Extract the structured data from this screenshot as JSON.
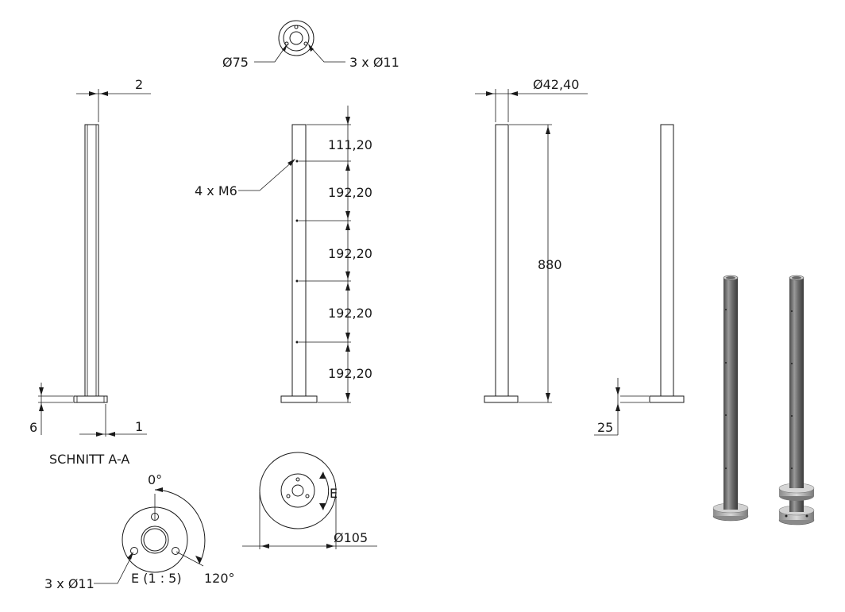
{
  "dimensions": {
    "flange_diameter": "Ø75",
    "flange_holes": "3 x Ø11",
    "wall_thickness": "2",
    "tube_diameter": "Ø42,40",
    "hole_pitch_top": "111,20",
    "hole_pitch_1": "192,20",
    "hole_pitch_2": "192,20",
    "hole_pitch_3": "192,20",
    "hole_pitch_4": "192,20",
    "threaded_holes": "4 x M6",
    "total_height": "880",
    "plate_thickness_section": "6",
    "tube_offset": "1",
    "base_height": "25",
    "base_diameter": "Ø105",
    "detail_angle_top": "0°",
    "detail_angle_side": "120°",
    "detail_holes": "3 x Ø11",
    "detail_label": "E (1 : 5)",
    "detail_marker": "E"
  },
  "labels": {
    "section": "SCHNITT A-A"
  },
  "colors": {
    "line": "#1a1a1a",
    "metal_dark": "#5a5a5a",
    "metal_light": "#c9c9c9"
  }
}
